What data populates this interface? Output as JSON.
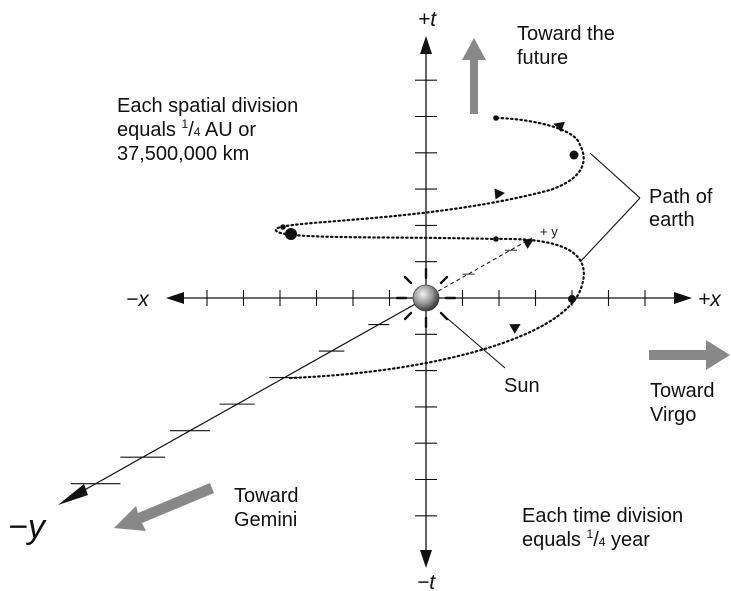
{
  "axes": {
    "plus_t": "+t",
    "minus_t": "−t",
    "plus_x": "+x",
    "minus_x": "−x",
    "plus_y": "+ y",
    "minus_y": "−y"
  },
  "annotations": {
    "spatial_line1": "Each spatial division",
    "spatial_line2_a": "equals ",
    "spatial_frac_num": "1",
    "spatial_frac_sep": "/",
    "spatial_frac_den": "4",
    "spatial_line2_b": " AU or",
    "spatial_line3": "37,500,000 km",
    "time_line1": "Each time division",
    "time_line2_a": "equals ",
    "time_frac_num": "1",
    "time_frac_sep": "/",
    "time_frac_den": "4",
    "time_line2_b": " year",
    "future_line1": "Toward the",
    "future_line2": "future",
    "virgo_line1": "Toward",
    "virgo_line2": "Virgo",
    "gemini_line1": "Toward",
    "gemini_line2": "Gemini",
    "path_line1": "Path of",
    "path_line2": "earth",
    "sun": "Sun"
  },
  "colors": {
    "ink": "#111111",
    "arrow_gray": "#888888",
    "sun_light": "#f2f2f2",
    "sun_dark": "#3a3a3a"
  }
}
